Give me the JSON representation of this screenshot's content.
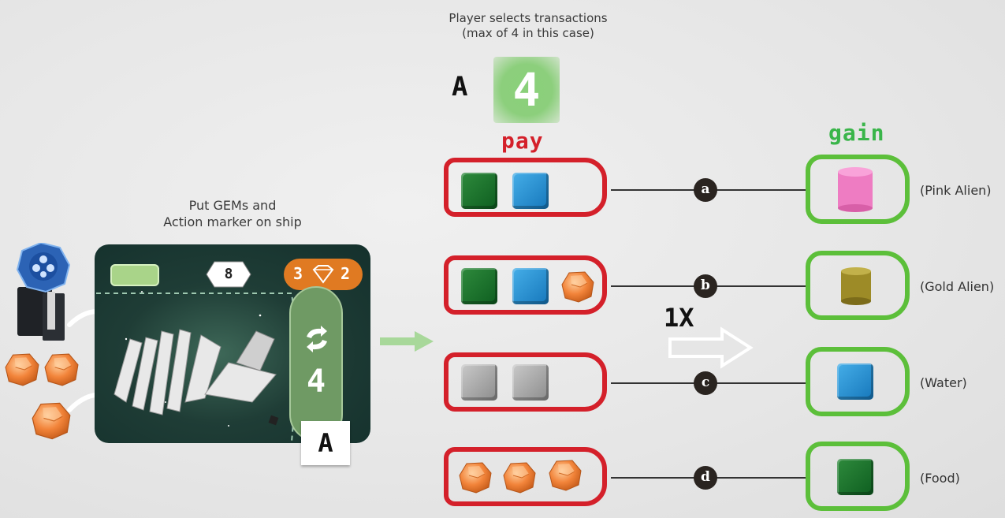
{
  "top_caption": {
    "line1": "Player selects transactions",
    "line2": "(max of 4 in this case)"
  },
  "selector": {
    "letter": "A",
    "value": "4"
  },
  "ship_caption": {
    "line1": "Put GEMs and",
    "line2": "Action marker on ship"
  },
  "card": {
    "cost_value": "8",
    "gem_left": "3",
    "gem_right": "2",
    "action_value": "4",
    "action_letter": "A"
  },
  "headings": {
    "pay": "pay",
    "gain": "gain"
  },
  "multiplier": "1X",
  "transactions": [
    {
      "id": "a",
      "pay": [
        "green-cube",
        "blue-cube"
      ],
      "gain_item": "pink-cylinder",
      "gain_label": "(Pink Alien)"
    },
    {
      "id": "b",
      "pay": [
        "green-cube",
        "blue-cube",
        "orange-gem"
      ],
      "gain_item": "gold-cylinder",
      "gain_label": "(Gold Alien)"
    },
    {
      "id": "c",
      "pay": [
        "gray-cube",
        "gray-cube"
      ],
      "gain_item": "blue-cube",
      "gain_label": "(Water)"
    },
    {
      "id": "d",
      "pay": [
        "orange-gem",
        "orange-gem",
        "orange-gem"
      ],
      "gain_item": "green-cube",
      "gain_label": "(Food)"
    }
  ],
  "colors": {
    "pay_border": "#d4202a",
    "gain_border": "#5cbf3a",
    "green_cube": "#1d7a30",
    "blue_cube": "#2a93d5",
    "gem_orange": "#f28c3a",
    "pink_alien": "#f07fc4",
    "gold_alien": "#a8972f"
  }
}
